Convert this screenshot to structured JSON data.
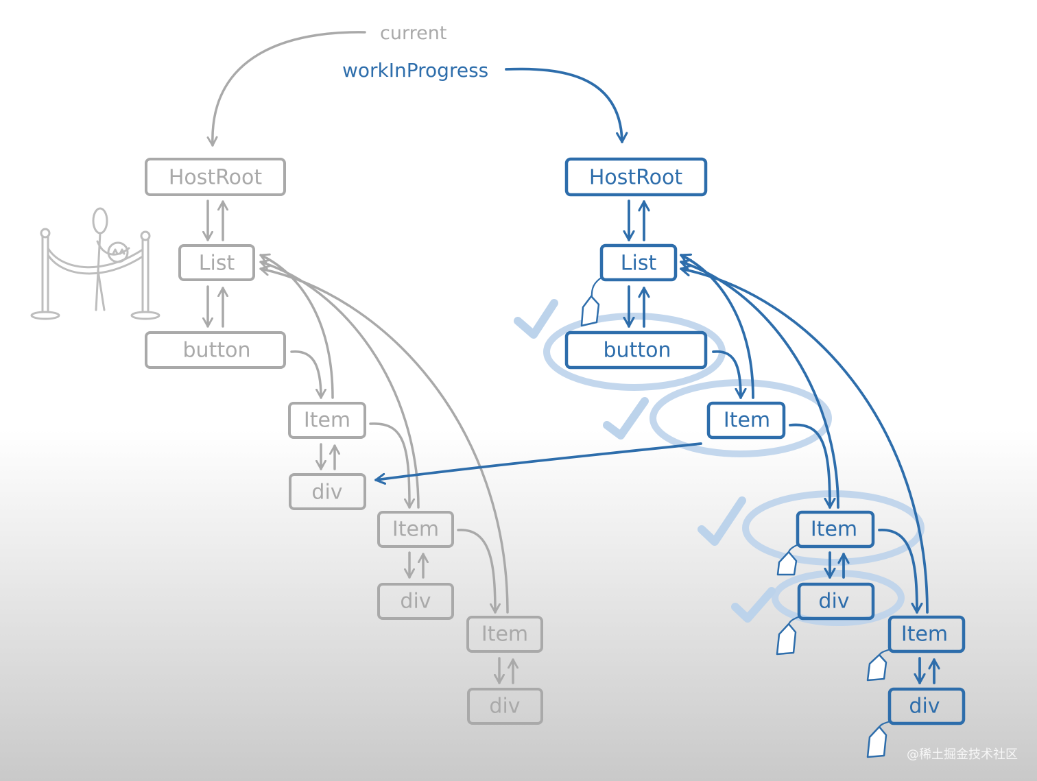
{
  "labels": {
    "current": "current",
    "work_in_progress": "workInProgress"
  },
  "current_tree": {
    "nodes": [
      {
        "label": "HostRoot"
      },
      {
        "label": "List"
      },
      {
        "label": "button"
      },
      {
        "label": "Item"
      },
      {
        "label": "div"
      },
      {
        "label": "Item"
      },
      {
        "label": "div"
      },
      {
        "label": "Item"
      },
      {
        "label": "div"
      }
    ]
  },
  "work_in_progress_tree": {
    "nodes": [
      {
        "label": "HostRoot"
      },
      {
        "label": "List"
      },
      {
        "label": "button"
      },
      {
        "label": "Item"
      },
      {
        "label": "Item"
      },
      {
        "label": "div"
      },
      {
        "label": "Item"
      },
      {
        "label": "div"
      }
    ]
  },
  "watermark": "@稀土掘金技术社区",
  "icons": {
    "completed": "check-mark-icon",
    "effect": "tag-icon",
    "figure": "stick-figure-rope-icon"
  },
  "colors": {
    "current_tree": "#a9a9a9",
    "work_in_progress_tree": "#2d6dab",
    "completed_highlight": "#bcd3eb"
  }
}
